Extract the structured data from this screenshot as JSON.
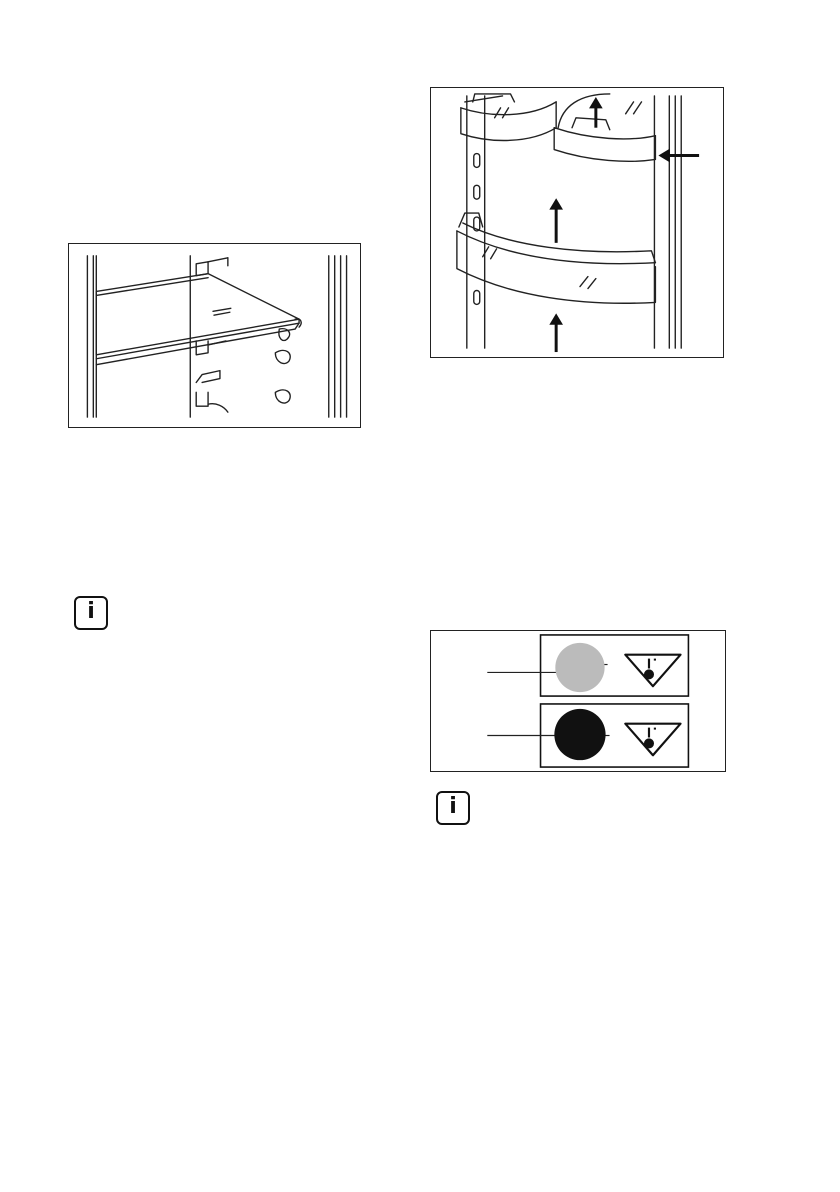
{
  "page": {
    "background": "#ffffff",
    "ink": "#1a1a1a"
  },
  "figures": {
    "shelf": {
      "icon": "shelf-illustration"
    },
    "door_balconies": {
      "icon": "door-balcony-illustration"
    },
    "indicator_panel": {
      "indicator_on_color": "#bbbbbb",
      "indicator_off_color": "#111111",
      "icon": "fast-freeze-icon"
    }
  },
  "info_notes": [
    {
      "icon": "info-icon",
      "glyph": "i"
    },
    {
      "icon": "info-icon",
      "glyph": "i"
    }
  ]
}
